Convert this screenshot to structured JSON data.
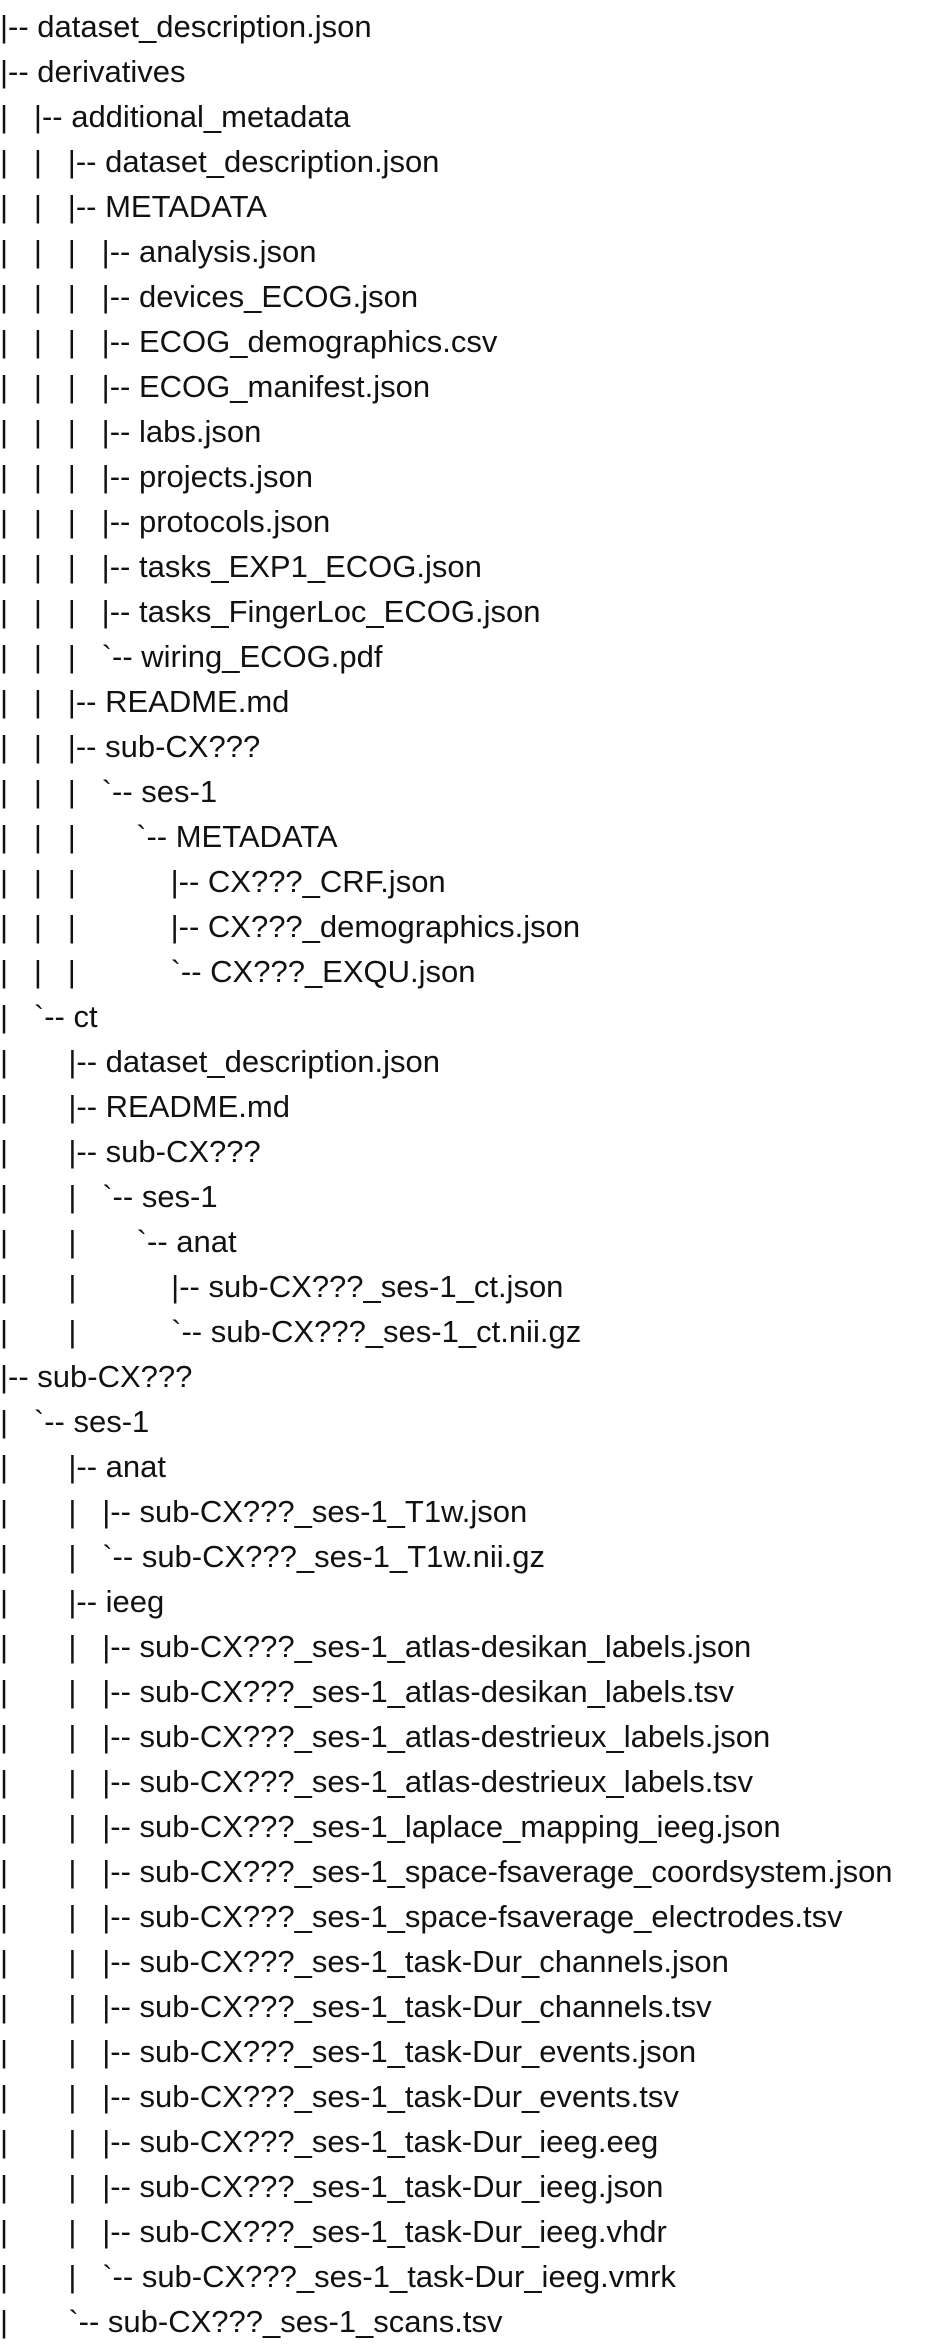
{
  "tree_lines": [
    "|-- dataset_description.json",
    "|-- derivatives",
    "|   |-- additional_metadata",
    "|   |   |-- dataset_description.json",
    "|   |   |-- METADATA",
    "|   |   |   |-- analysis.json",
    "|   |   |   |-- devices_ECOG.json",
    "|   |   |   |-- ECOG_demographics.csv",
    "|   |   |   |-- ECOG_manifest.json",
    "|   |   |   |-- labs.json",
    "|   |   |   |-- projects.json",
    "|   |   |   |-- protocols.json",
    "|   |   |   |-- tasks_EXP1_ECOG.json",
    "|   |   |   |-- tasks_FingerLoc_ECOG.json",
    "|   |   |   `-- wiring_ECOG.pdf",
    "|   |   |-- README.md",
    "|   |   |-- sub-CX???",
    "|   |   |   `-- ses-1",
    "|   |   |       `-- METADATA",
    "|   |   |           |-- CX???_CRF.json",
    "|   |   |           |-- CX???_demographics.json",
    "|   |   |           `-- CX???_EXQU.json",
    "|   `-- ct",
    "|       |-- dataset_description.json",
    "|       |-- README.md",
    "|       |-- sub-CX???",
    "|       |   `-- ses-1",
    "|       |       `-- anat",
    "|       |           |-- sub-CX???_ses-1_ct.json",
    "|       |           `-- sub-CX???_ses-1_ct.nii.gz",
    "|-- sub-CX???",
    "|   `-- ses-1",
    "|       |-- anat",
    "|       |   |-- sub-CX???_ses-1_T1w.json",
    "|       |   `-- sub-CX???_ses-1_T1w.nii.gz",
    "|       |-- ieeg",
    "|       |   |-- sub-CX???_ses-1_atlas-desikan_labels.json",
    "|       |   |-- sub-CX???_ses-1_atlas-desikan_labels.tsv",
    "|       |   |-- sub-CX???_ses-1_atlas-destrieux_labels.json",
    "|       |   |-- sub-CX???_ses-1_atlas-destrieux_labels.tsv",
    "|       |   |-- sub-CX???_ses-1_laplace_mapping_ieeg.json",
    "|       |   |-- sub-CX???_ses-1_space-fsaverage_coordsystem.json",
    "|       |   |-- sub-CX???_ses-1_space-fsaverage_electrodes.tsv",
    "|       |   |-- sub-CX???_ses-1_task-Dur_channels.json",
    "|       |   |-- sub-CX???_ses-1_task-Dur_channels.tsv",
    "|       |   |-- sub-CX???_ses-1_task-Dur_events.json",
    "|       |   |-- sub-CX???_ses-1_task-Dur_events.tsv",
    "|       |   |-- sub-CX???_ses-1_task-Dur_ieeg.eeg",
    "|       |   |-- sub-CX???_ses-1_task-Dur_ieeg.json",
    "|       |   |-- sub-CX???_ses-1_task-Dur_ieeg.vhdr",
    "|       |   `-- sub-CX???_ses-1_task-Dur_ieeg.vmrk",
    "|       `-- sub-CX???_ses-1_scans.tsv"
  ]
}
